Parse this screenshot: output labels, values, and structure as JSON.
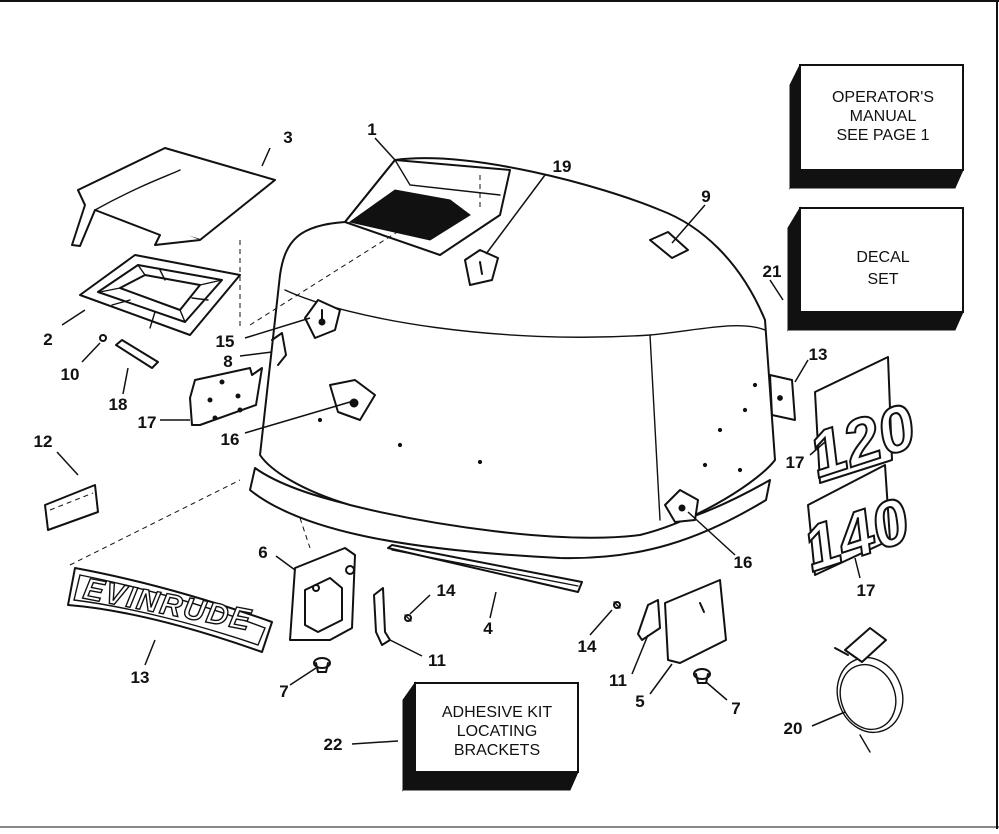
{
  "diagram": {
    "boxes": {
      "operators_manual": [
        "OPERATOR'S",
        "MANUAL",
        "SEE PAGE 1"
      ],
      "decal_set": [
        "DECAL",
        "SET"
      ],
      "adhesive_kit": [
        "ADHESIVE KIT",
        "LOCATING",
        "BRACKETS"
      ]
    },
    "decals": {
      "brand_name": "EVINRUDE",
      "model_a": "120",
      "model_b": "140"
    },
    "callouts": {
      "c1": "1",
      "c2": "2",
      "c3": "3",
      "c5": "5",
      "c6": "6",
      "c7a": "7",
      "c7b": "7",
      "c8": "8",
      "c9": "9",
      "c10": "10",
      "c11a": "11",
      "c11b": "11",
      "c12": "12",
      "c13a": "13",
      "c13b": "13",
      "c14a": "14",
      "c14b": "14",
      "c4": "4",
      "c15": "15",
      "c16a": "16",
      "c16b": "16",
      "c17a": "17",
      "c17b": "17",
      "c17c": "17",
      "c18": "18",
      "c19": "19",
      "c20": "20",
      "c21": "21",
      "c22": "22"
    }
  }
}
